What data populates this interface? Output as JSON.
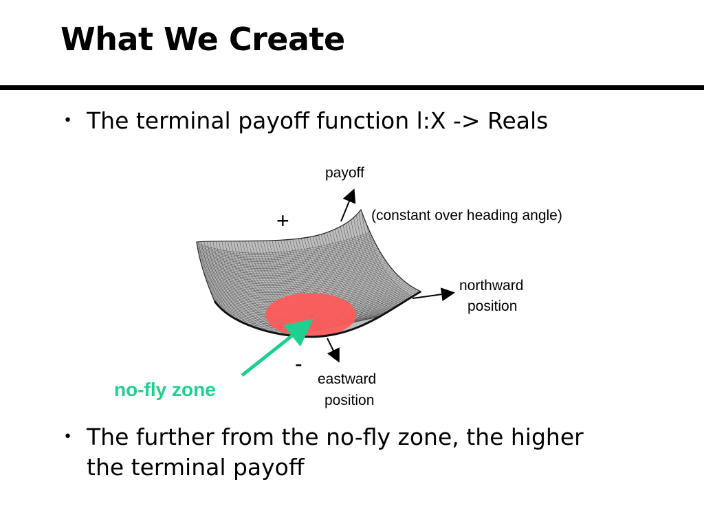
{
  "slide": {
    "title": "What We Create",
    "bullets": [
      {
        "text": "The terminal payoff function l:X -> Reals"
      },
      {
        "line1": "The further from the no-fly zone, the higher",
        "line2": "the terminal payoff"
      }
    ]
  },
  "diagram": {
    "axis_payoff": "payoff",
    "note": "(constant over heading angle)",
    "plus_sign": "+",
    "minus_sign": "-",
    "axis_north_line1": "northward",
    "axis_north_line2": "position",
    "axis_east_line1": "eastward",
    "axis_east_line2": "position",
    "no_fly_label": "no-fly zone",
    "colors": {
      "mesh": "#4a4a4a",
      "no_fly_fill": "#ff5a5a",
      "no_fly_label": "#1fcf8f",
      "arrow": "#000000"
    }
  }
}
